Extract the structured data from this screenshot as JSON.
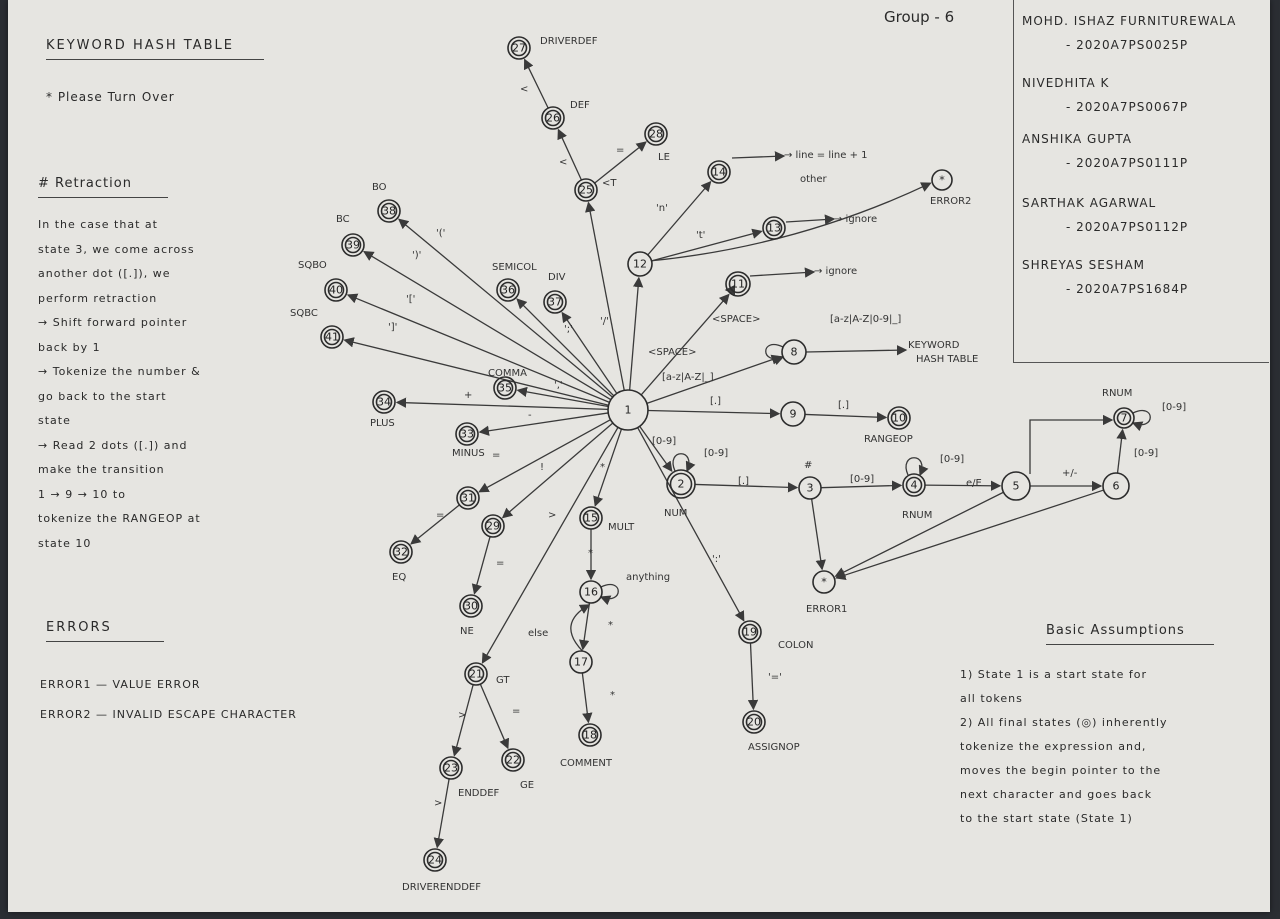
{
  "group_label": "Group - 6",
  "keyword_table": {
    "title": "KEYWORD HASH TABLE",
    "note": "* Please Turn Over"
  },
  "retraction": {
    "title": "# Retraction",
    "lines": [
      "In the case that at",
      "state 3, we come across",
      "another dot ([.]), we",
      "perform retraction",
      "→ Shift forward pointer",
      "back by 1",
      "→ Tokenize the number &",
      "go back to the start",
      "state",
      "→ Read 2 dots ([.]) and",
      "make the transition",
      "1 → 9 → 10 to",
      "tokenize the RANGEOP at",
      "state 10"
    ]
  },
  "errors": {
    "title": "ERRORS",
    "items": [
      "ERROR1 — VALUE ERROR",
      "ERROR2 — INVALID ESCAPE CHARACTER"
    ]
  },
  "members": [
    {
      "name": "MOHD. ISHAZ FURNITUREWALA",
      "id": "- 2020A7PS0025P"
    },
    {
      "name": "NIVEDHITA K",
      "id": "- 2020A7PS0067P"
    },
    {
      "name": "ANSHIKA GUPTA",
      "id": "- 2020A7PS0111P"
    },
    {
      "name": "SARTHAK AGARWAL",
      "id": "- 2020A7PS0112P"
    },
    {
      "name": "SHREYAS SESHAM",
      "id": "- 2020A7PS1684P"
    }
  ],
  "assumptions": {
    "title": "Basic Assumptions",
    "lines": [
      "1) State 1 is a start state for",
      "all tokens",
      "2) All final states (◎) inherently",
      "tokenize the expression and,",
      "moves the begin pointer to the",
      "next character and goes back",
      "to the start state (State 1)"
    ]
  },
  "states": [
    {
      "id": "1",
      "name": "state-1"
    },
    {
      "id": "2",
      "name": "state-2"
    },
    {
      "id": "3",
      "name": "state-3"
    },
    {
      "id": "4",
      "name": "state-4"
    },
    {
      "id": "5",
      "name": "state-5"
    },
    {
      "id": "6",
      "name": "state-6"
    },
    {
      "id": "7",
      "name": "state-7"
    },
    {
      "id": "8",
      "name": "state-8"
    },
    {
      "id": "9",
      "name": "state-9"
    },
    {
      "id": "10",
      "name": "state-10"
    },
    {
      "id": "11",
      "name": "state-11"
    },
    {
      "id": "12",
      "name": "state-12"
    },
    {
      "id": "13",
      "name": "state-13"
    },
    {
      "id": "14",
      "name": "state-14"
    },
    {
      "id": "15",
      "name": "state-15"
    },
    {
      "id": "16",
      "name": "state-16"
    },
    {
      "id": "17",
      "name": "state-17"
    },
    {
      "id": "18",
      "name": "state-18"
    },
    {
      "id": "19",
      "name": "state-19"
    },
    {
      "id": "20",
      "name": "state-20"
    },
    {
      "id": "21",
      "name": "state-21"
    },
    {
      "id": "22",
      "name": "state-22"
    },
    {
      "id": "23",
      "name": "state-23"
    },
    {
      "id": "24",
      "name": "state-24"
    },
    {
      "id": "25",
      "name": "state-25"
    },
    {
      "id": "26",
      "name": "state-26"
    },
    {
      "id": "27",
      "name": "state-27"
    },
    {
      "id": "28",
      "name": "state-28"
    },
    {
      "id": "29",
      "name": "state-29"
    },
    {
      "id": "30",
      "name": "state-30"
    },
    {
      "id": "31",
      "name": "state-31"
    },
    {
      "id": "32",
      "name": "state-32"
    },
    {
      "id": "33",
      "name": "state-33"
    },
    {
      "id": "34",
      "name": "state-34"
    },
    {
      "id": "35",
      "name": "state-35"
    },
    {
      "id": "36",
      "name": "state-36"
    },
    {
      "id": "37",
      "name": "state-37"
    },
    {
      "id": "38",
      "name": "state-38"
    },
    {
      "id": "39",
      "name": "state-39"
    },
    {
      "id": "40",
      "name": "state-40"
    },
    {
      "id": "41",
      "name": "state-41"
    },
    {
      "id": "*",
      "name": "state-error1"
    },
    {
      "id": "*",
      "name": "state-error2"
    }
  ],
  "state_labels": {
    "DRIVERDEF": "DRIVERDEF",
    "DEF": "DEF",
    "LE": "LE",
    "LT": "<T",
    "BO": "BO",
    "BC": "BC",
    "SQBO": "SQBO",
    "SQBC": "SQBC",
    "SEMICOL": "SEMICOL",
    "DIV": "DIV",
    "COMMA": "COMMA",
    "PLUS": "PLUS",
    "MINUS": "MINUS",
    "EQ": "EQ",
    "NE": "NE",
    "GT": "GT",
    "GE": "GE",
    "ENDDEF": "ENDDEF",
    "DRIVERENDDEF": "DRIVERENDDEF",
    "MULT": "MULT",
    "COMMENT": "COMMENT",
    "COLON": "COLON",
    "ASSIGNOP": "ASSIGNOP",
    "NUM": "NUM",
    "RNUM4": "RNUM",
    "RNUM7": "RNUM",
    "RANGEOP": "RANGEOP",
    "ERROR1": "ERROR1",
    "ERROR2": "ERROR2",
    "KEYWORD": "KEYWORD",
    "HASHTABLE": "HASH TABLE",
    "ANYTHING": "anything",
    "ELSE": "else"
  },
  "edge_labels": {
    "lt1": "<",
    "lt2": "<",
    "lt3": "<",
    "eq_le": "=",
    "nl": "'n'",
    "tab": "'t'",
    "space": "<SPACE>",
    "space2": "<SPACE>",
    "line_inc": "→ line = line + 1",
    "other": "other",
    "ignore1": "→ ignore",
    "ignore2": "→ ignore",
    "id_loop": "[a-z|A-Z|0-9|_]",
    "id_start": "[a-z|A-Z|_]",
    "keyword_arrow": "→",
    "dot1": "[.]",
    "dot2": "[.]",
    "dot3": "[.]",
    "digit_start": "[0-9]",
    "digit_loop": "[0-9]",
    "digit34": "[0-9]",
    "digit4loop": "[0-9]",
    "eE": "e/E",
    "pm": "+/-",
    "digit67": "[0-9]",
    "digit7loop": "[0-9]",
    "bo": "'('",
    "bc": "')'",
    "sqbo": "'['",
    "sqbc": "']'",
    "semi": "';'",
    "div": "'/'",
    "comma": "','",
    "plus": "+",
    "minus": "-",
    "eq1": "=",
    "eq2": "=",
    "neq": "!",
    "eq3": "=",
    "gt1": ">",
    "gt2": ">",
    "gt3": ">",
    "eq_ge": "=",
    "star1": "*",
    "star2": "*",
    "star3": "*",
    "star4": "*",
    "colon": "':'",
    "eq_assign": "'='",
    "hash": "#"
  }
}
